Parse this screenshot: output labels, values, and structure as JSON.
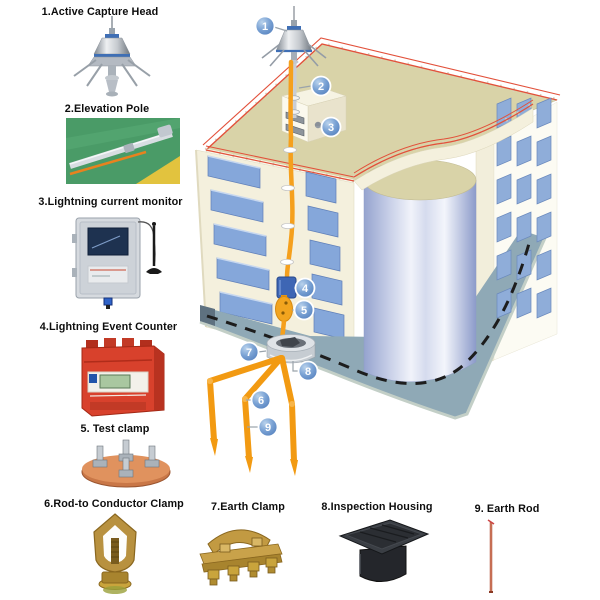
{
  "legend": {
    "items": [
      {
        "num": "1",
        "label": "1.Active Capture Head"
      },
      {
        "num": "2",
        "label": "2.Elevation Pole"
      },
      {
        "num": "3",
        "label": "3.Lightning current monitor"
      },
      {
        "num": "4",
        "label": "4.Lightning Event Counter"
      },
      {
        "num": "5",
        "label": "5. Test clamp"
      },
      {
        "num": "6",
        "label": "6.Rod-to Conductor Clamp"
      },
      {
        "num": "7",
        "label": "7.Earth Clamp"
      },
      {
        "num": "8",
        "label": "8.Inspection Housing"
      },
      {
        "num": "9",
        "label": "9. Earth Rod"
      }
    ]
  },
  "diagram": {
    "callouts": [
      "1",
      "2",
      "3",
      "4",
      "5",
      "6",
      "7",
      "8",
      "9"
    ]
  },
  "colors": {
    "roof": "#d9d3a8",
    "facade": "#f4f0dd",
    "window_blue": "#85a7da",
    "railing_red": "#e2513b",
    "cable_orange": "#f5a01d",
    "pavement": "#8fa9b6",
    "callout_blue": "#4a77b8",
    "counter_red": "#d8412c",
    "brass": "#b8913f",
    "copper": "#c97747"
  }
}
